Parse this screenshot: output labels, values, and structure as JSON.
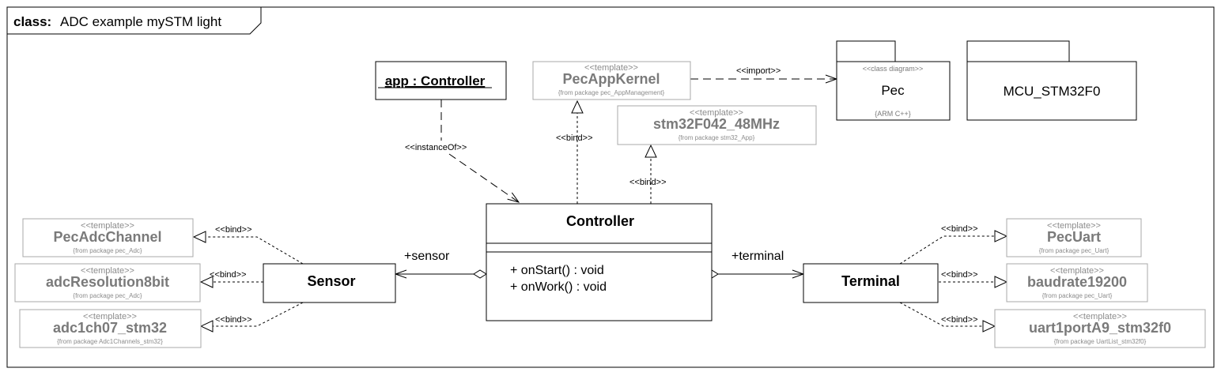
{
  "frame": {
    "keyword": "class:",
    "title": "ADC example mySTM light"
  },
  "instance": {
    "label": "app : Controller"
  },
  "templates": {
    "pec_app_kernel": {
      "stereotype": "<<template>>",
      "name": "PecAppKernel",
      "from": "{from package pec_AppManagement}"
    },
    "stm32": {
      "stereotype": "<<template>>",
      "name": "stm32F042_48MHz",
      "from": "{from package stm32_App}"
    },
    "pec_adc_channel": {
      "stereotype": "<<template>>",
      "name": "PecAdcChannel",
      "from": "{from package pec_Adc}"
    },
    "adc_resolution": {
      "stereotype": "<<template>>",
      "name": "adcResolution8bit",
      "from": "{from package pec_Adc}"
    },
    "adc1ch07": {
      "stereotype": "<<template>>",
      "name": "adc1ch07_stm32",
      "from": "{from package Adc1Channels_stm32}"
    },
    "pec_uart": {
      "stereotype": "<<template>>",
      "name": "PecUart",
      "from": "{from package pec_Uart}"
    },
    "baudrate": {
      "stereotype": "<<template>>",
      "name": "baudrate19200",
      "from": "{from package pec_Uart}"
    },
    "uart1port": {
      "stereotype": "<<template>>",
      "name": "uart1portA9_stm32f0",
      "from": "{from package UartList_stm32f0}"
    }
  },
  "packages": {
    "pec": {
      "stereotype": "<<class diagram>>",
      "name": "Pec",
      "tag": "{ARM C++}"
    },
    "mcu": {
      "name": "MCU_STM32F0"
    }
  },
  "classes": {
    "controller": {
      "name": "Controller",
      "operations": [
        "+ onStart() : void",
        "+ onWork() : void"
      ]
    },
    "sensor": {
      "name": "Sensor"
    },
    "terminal": {
      "name": "Terminal"
    }
  },
  "relations": {
    "instance_of": "<<instanceOf>>",
    "import": "<<import>>",
    "bind": "<<bind>>",
    "sensor_role": "+sensor",
    "terminal_role": "+terminal"
  }
}
